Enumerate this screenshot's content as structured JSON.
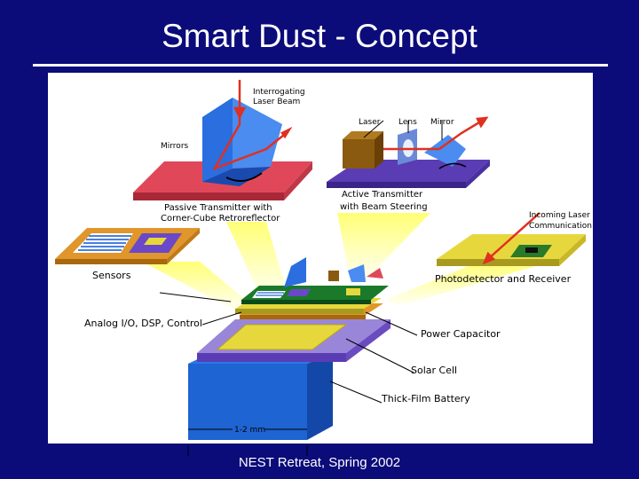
{
  "title": "Smart Dust - Concept",
  "footer": "NEST Retreat, Spring 2002",
  "labels": {
    "interrogating_1": "Interrogating",
    "interrogating_2": "Laser Beam",
    "laser": "Laser",
    "lens": "Lens",
    "mirror": "Mirror",
    "mirrors": "Mirrors",
    "passive_1": "Passive Transmitter with",
    "passive_2": "Corner-Cube Retroreflector",
    "active_1": "Active Transmitter",
    "active_2": "with Beam Steering",
    "incoming_1": "Incoming Laser",
    "incoming_2": "Communication",
    "sensors": "Sensors",
    "photodetector": "Photodetector and Receiver",
    "analog": "Analog I/O, DSP, Control",
    "power_capacitor": "Power Capacitor",
    "solar_cell": "Solar Cell",
    "battery": "Thick-Film Battery",
    "scale": "1-2 mm"
  },
  "colors": {
    "background": "#0b0b7a",
    "laser_beam": "#e03020",
    "battery": "#1e64d2",
    "solar": "#9a86d8",
    "capacitor": "#e6d83c",
    "board": "#e0962a",
    "mirror_blue": "#2a6ee0",
    "base_red": "#e0485a",
    "base_purple": "#5a3cb4",
    "light": "#ffff66"
  }
}
